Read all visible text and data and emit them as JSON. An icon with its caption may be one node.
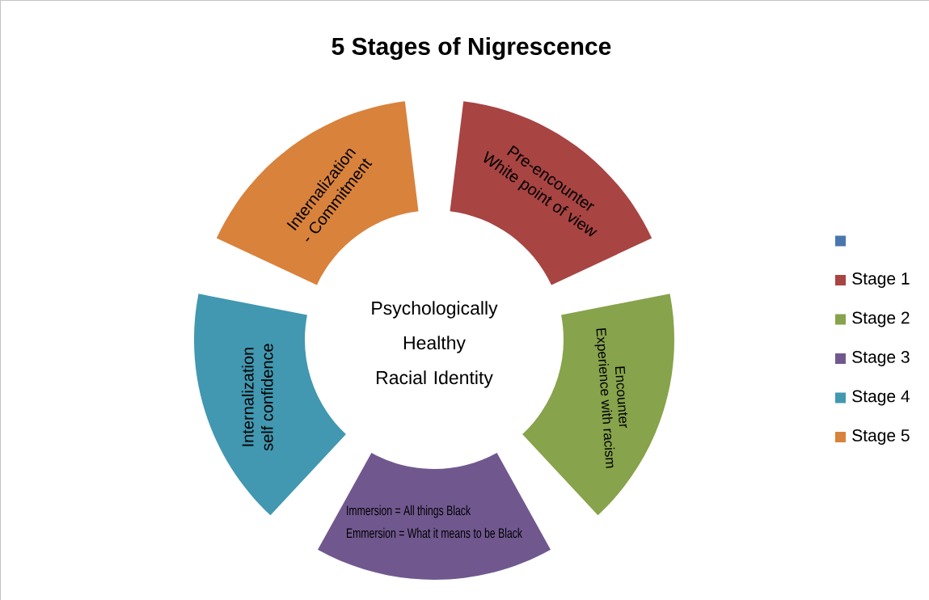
{
  "diagram": {
    "title": "5 Stages of Nigrescence",
    "nodes": [
      {
        "text": [
          "Internalization - Commitment"
        ]
      },
      {
        "text": [
          "Pre-encounter",
          "White point of view"
        ]
      },
      {
        "text": [
          "Internalization",
          "self confidence"
        ]
      },
      {
        "text": [
          "Encounter",
          "Experience with racism"
        ]
      },
      {
        "text": [
          "Immersion = All things Black",
          "Emmersion = What it means to be Black"
        ]
      }
    ],
    "labels": [
      "Psychologically Healthy Racial Identity"
    ],
    "legend": [
      {
        "text": "Stage 1",
        "color": "#a84442"
      },
      {
        "text": "Stage 2",
        "color": "#87a34b"
      },
      {
        "text": "Stage 3",
        "color": "#70588f"
      },
      {
        "text": "Stage 4",
        "color": "#4198b0"
      },
      {
        "text": "Stage 5",
        "color": "#d9823c"
      }
    ]
  }
}
